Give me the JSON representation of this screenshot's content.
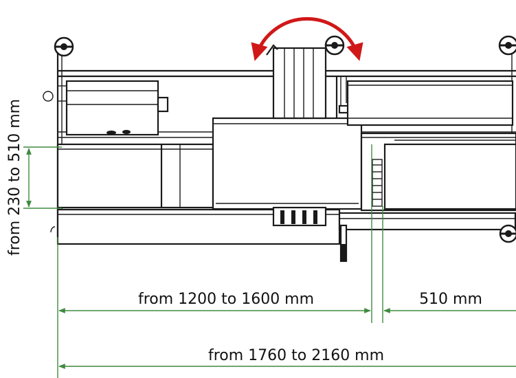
{
  "dimensions": {
    "width_range": "from 230  to 510 mm",
    "inner_length": "from 1200 to 1600 mm",
    "extension": "510 mm",
    "total_length": "from 1760 to 2160 mm"
  },
  "colors": {
    "dimension_line": "#3f8a3f",
    "rotation_arrow": "#d01818",
    "machine_line": "#1a1a1a"
  },
  "icons": {
    "rotation": "rotate-arrow-icon",
    "wheel": "caster-wheel-icon"
  }
}
